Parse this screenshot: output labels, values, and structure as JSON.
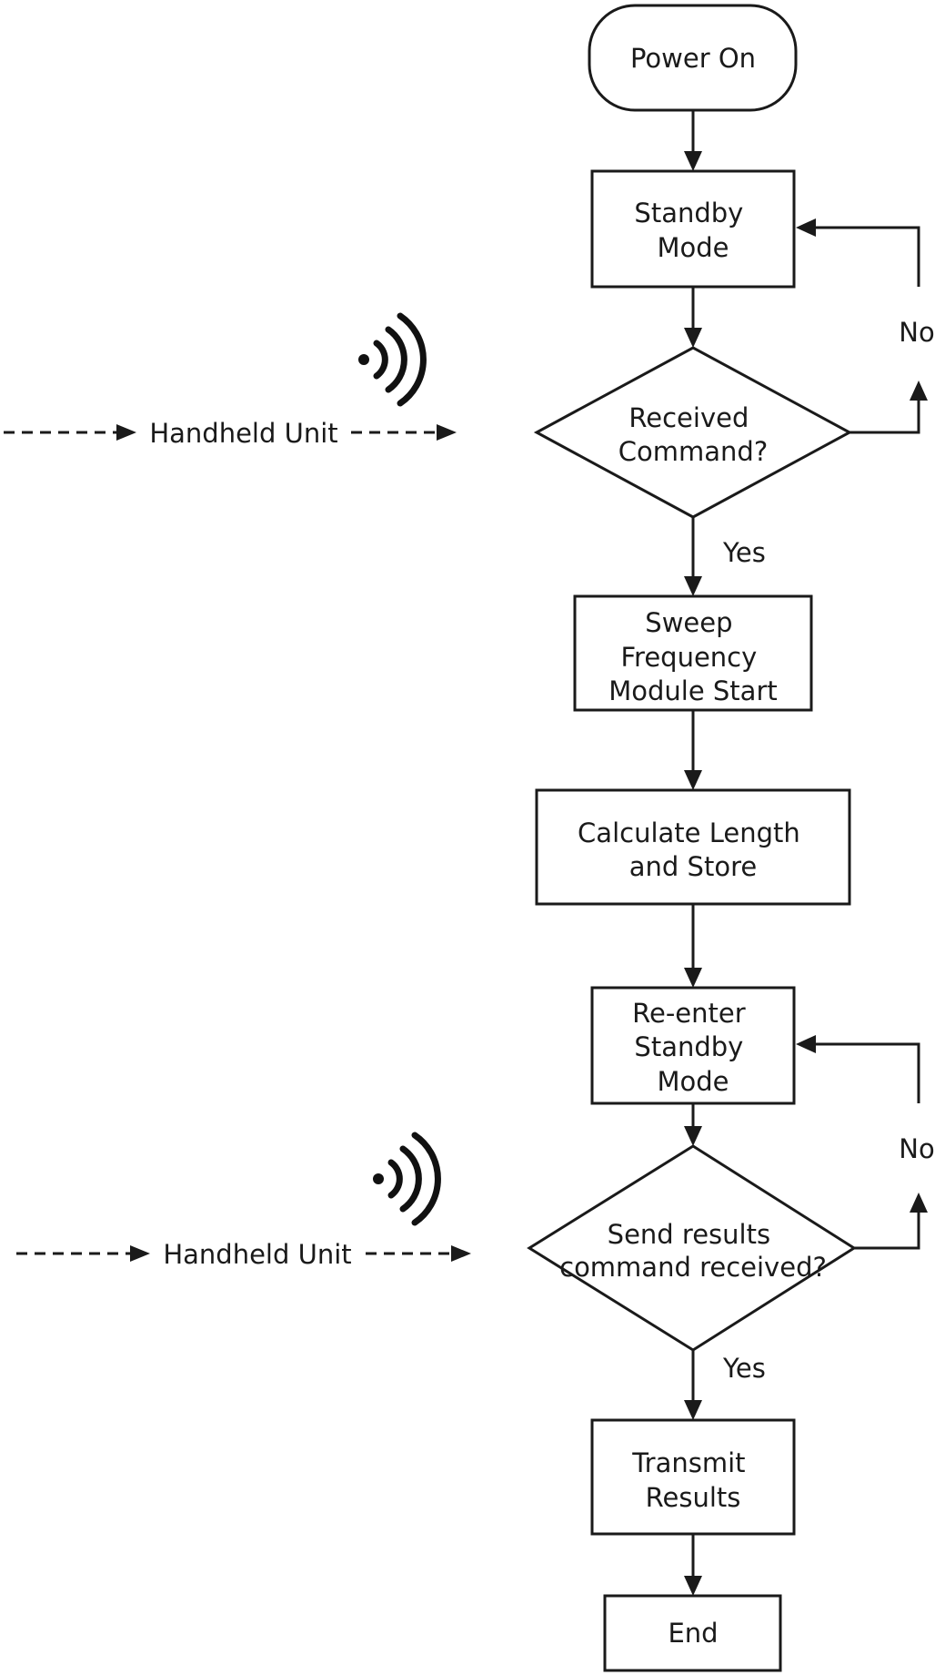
{
  "nodes": {
    "power_on": [
      "Power On"
    ],
    "standby": [
      "Standby",
      "Mode"
    ],
    "received_command": [
      "Received",
      "Command?"
    ],
    "sweep": [
      "Sweep",
      "Frequency",
      "Module Start"
    ],
    "calculate": [
      "Calculate Length",
      "and Store"
    ],
    "reenter": [
      "Re-enter",
      "Standby",
      "Mode"
    ],
    "send_results": [
      "Send results",
      "command received?"
    ],
    "transmit": [
      "Transmit",
      "Results"
    ],
    "end": [
      "End"
    ]
  },
  "edges": {
    "no_1": "No",
    "yes_1": "Yes",
    "no_2": "No",
    "yes_2": "Yes"
  },
  "inputs": {
    "handheld_1": "Handheld Unit",
    "handheld_2": "Handheld Unit"
  },
  "icons": {
    "signal_1": "wireless-signal-icon",
    "signal_2": "wireless-signal-icon"
  }
}
